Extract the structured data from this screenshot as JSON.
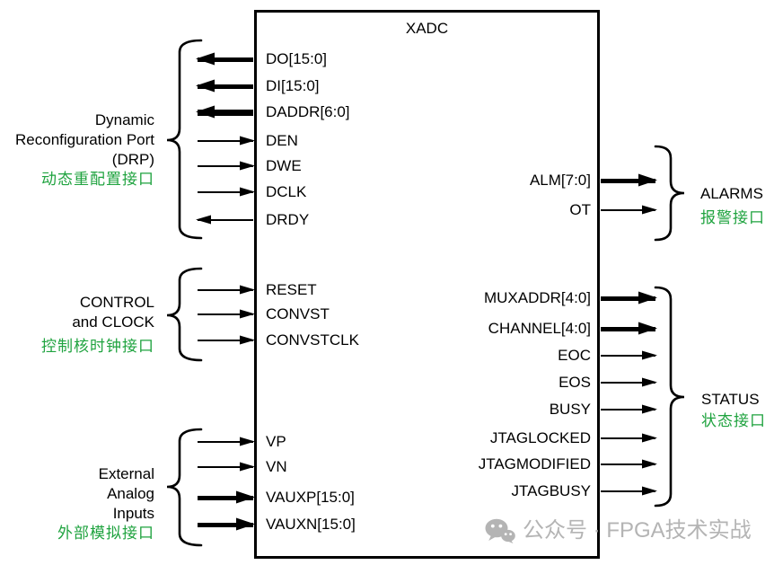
{
  "title": "XADC",
  "colors": {
    "accent_green": "#1FA33F",
    "line_black": "#000000",
    "watermark_gray": "#B4B4B4"
  },
  "groups": {
    "drp": {
      "label_lines": [
        "Dynamic",
        "Reconfiguration Port",
        "(DRP)"
      ],
      "label_cn": "动态重配置接口",
      "signals": [
        {
          "name": "DO[15:0]",
          "dir": "out",
          "bus": true
        },
        {
          "name": "DI[15:0]",
          "dir": "out",
          "bus": true
        },
        {
          "name": "DADDR[6:0]",
          "dir": "out",
          "bus": true
        },
        {
          "name": "DEN",
          "dir": "in",
          "bus": false
        },
        {
          "name": "DWE",
          "dir": "in",
          "bus": false
        },
        {
          "name": "DCLK",
          "dir": "in",
          "bus": false
        },
        {
          "name": "DRDY",
          "dir": "out",
          "bus": false
        }
      ]
    },
    "control": {
      "label_lines": [
        "CONTROL",
        "and CLOCK"
      ],
      "label_cn": "控制核时钟接口",
      "signals": [
        {
          "name": "RESET",
          "dir": "in",
          "bus": false
        },
        {
          "name": "CONVST",
          "dir": "in",
          "bus": false
        },
        {
          "name": "CONVSTCLK",
          "dir": "in",
          "bus": false
        }
      ]
    },
    "analog": {
      "label_lines": [
        "External",
        "Analog",
        "Inputs"
      ],
      "label_cn": "外部模拟接口",
      "signals": [
        {
          "name": "VP",
          "dir": "in",
          "bus": false
        },
        {
          "name": "VN",
          "dir": "in",
          "bus": false
        },
        {
          "name": "VAUXP[15:0]",
          "dir": "in",
          "bus": true
        },
        {
          "name": "VAUXN[15:0]",
          "dir": "in",
          "bus": true
        }
      ]
    },
    "alarms": {
      "label": "ALARMS",
      "label_cn": "报警接口",
      "signals": [
        {
          "name": "ALM[7:0]",
          "dir": "out",
          "bus": true
        },
        {
          "name": "OT",
          "dir": "out",
          "bus": false
        }
      ]
    },
    "status": {
      "label": "STATUS",
      "label_cn": "状态接口",
      "signals": [
        {
          "name": "MUXADDR[4:0]",
          "dir": "out",
          "bus": true
        },
        {
          "name": "CHANNEL[4:0]",
          "dir": "out",
          "bus": true
        },
        {
          "name": "EOC",
          "dir": "out",
          "bus": false
        },
        {
          "name": "EOS",
          "dir": "out",
          "bus": false
        },
        {
          "name": "BUSY",
          "dir": "out",
          "bus": false
        },
        {
          "name": "JTAGLOCKED",
          "dir": "out",
          "bus": false
        },
        {
          "name": "JTAGMODIFIED",
          "dir": "out",
          "bus": false
        },
        {
          "name": "JTAGBUSY",
          "dir": "out",
          "bus": false
        }
      ]
    }
  },
  "watermark": {
    "icon": "wechat-icon",
    "text": "公众号 · FPGA技术实战"
  }
}
